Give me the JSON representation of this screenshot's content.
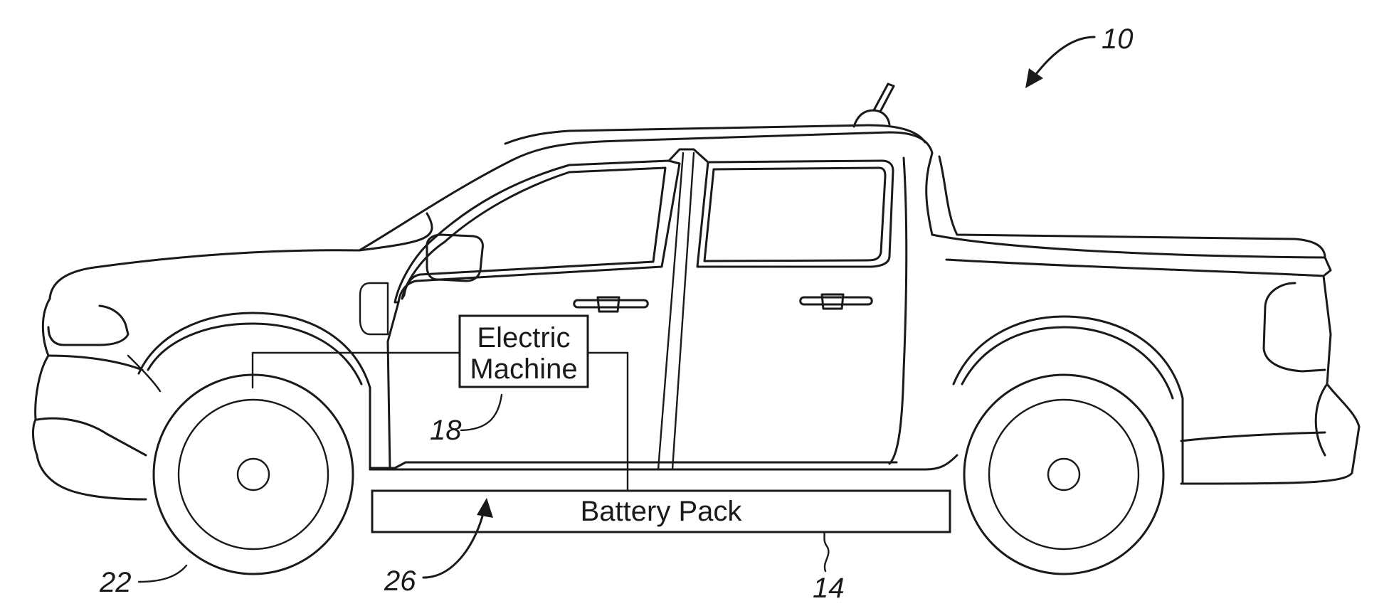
{
  "diagram": {
    "components": {
      "electric_machine": {
        "line1": "Electric",
        "line2": "Machine"
      },
      "battery_pack": {
        "label": "Battery Pack"
      }
    },
    "reference_numerals": {
      "vehicle": "10",
      "battery": "14",
      "machine": "18",
      "wheel": "22",
      "underbody": "26"
    },
    "colors": {
      "line": "#1a1a1a",
      "background": "#ffffff"
    }
  }
}
